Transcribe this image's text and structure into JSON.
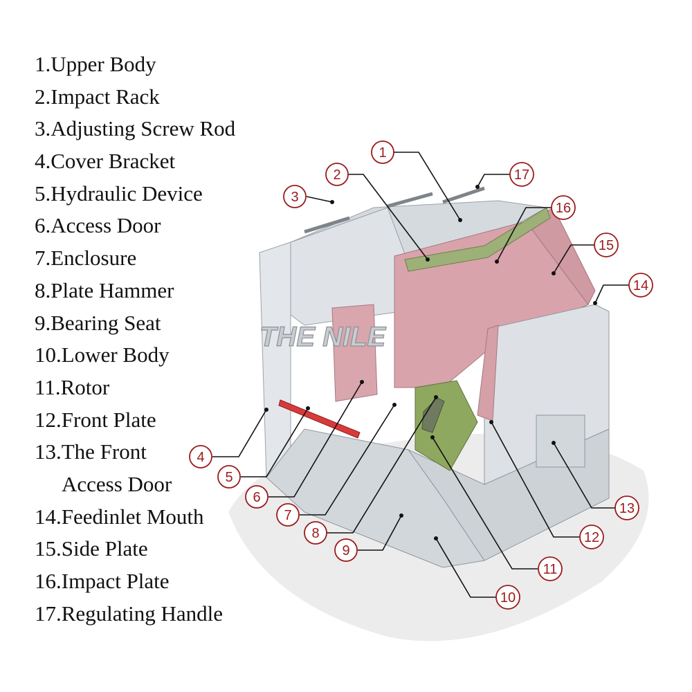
{
  "legend": [
    {
      "num": "1",
      "text": "1.Upper Body"
    },
    {
      "num": "2",
      "text": "2.Impact Rack"
    },
    {
      "num": "3",
      "text": "3.Adjusting Screw Rod"
    },
    {
      "num": "4",
      "text": "4.Cover Bracket"
    },
    {
      "num": "5",
      "text": "5.Hydraulic Device"
    },
    {
      "num": "6",
      "text": "6.Access Door"
    },
    {
      "num": "7",
      "text": "7.Enclosure"
    },
    {
      "num": "8",
      "text": "8.Plate Hammer"
    },
    {
      "num": "9",
      "text": "9.Bearing Seat"
    },
    {
      "num": "10",
      "text": "10.Lower Body"
    },
    {
      "num": "11",
      "text": "11.Rotor"
    },
    {
      "num": "12",
      "text": "12.Front Plate"
    },
    {
      "num": "13",
      "text": "13.The Front",
      "continuation": "Access Door"
    },
    {
      "num": "14",
      "text": "14.Feedinlet Mouth"
    },
    {
      "num": "15",
      "text": "15.Side Plate"
    },
    {
      "num": "16",
      "text": "16.Impact Plate"
    },
    {
      "num": "17",
      "text": "17.Regulating Handle"
    }
  ],
  "callouts": [
    "1",
    "2",
    "3",
    "4",
    "5",
    "6",
    "7",
    "8",
    "9",
    "10",
    "11",
    "12",
    "13",
    "14",
    "15",
    "16",
    "17"
  ],
  "watermark": "THE NILE",
  "colors": {
    "callout": "#9b1b1b",
    "steel": "#d8dde2",
    "liner": "#d9a6ad",
    "rotor": "#8fa85f"
  }
}
